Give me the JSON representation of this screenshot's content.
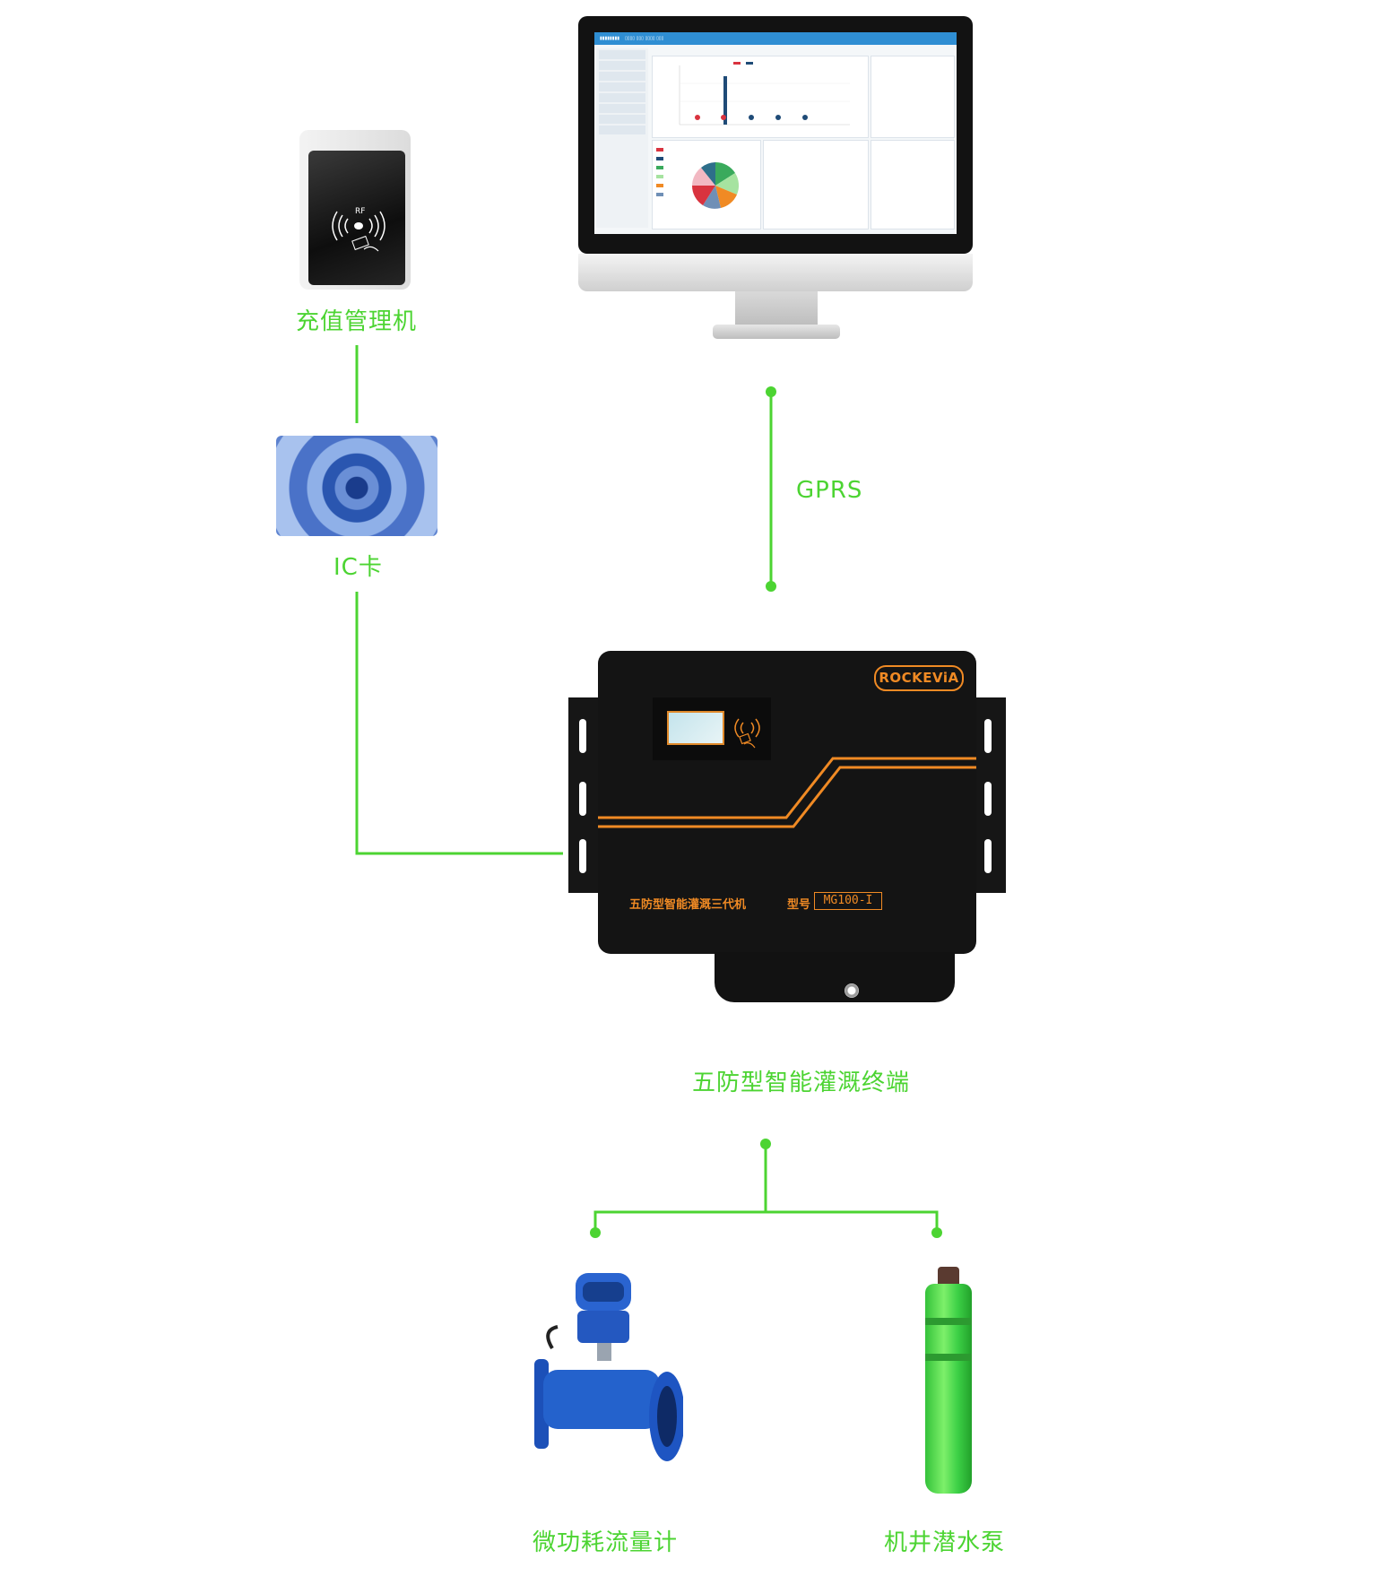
{
  "labels": {
    "recharge_machine": "充值管理机",
    "ic_card": "IC卡",
    "gprs": "GPRS",
    "terminal": "五防型智能灌溉终端",
    "flow_meter": "微功耗流量计",
    "pump": "机井潜水泵"
  },
  "device": {
    "brand": "ROCKEViA",
    "name": "五防型智能灌溉三代机",
    "model_prefix": "型号",
    "model": "MG100-I"
  },
  "reader": {
    "rf_text": "RF"
  },
  "colors": {
    "line": "#4cd432",
    "accent": "#f08a24",
    "device_body": "#141414",
    "meter": "#1f5fc8",
    "pump": "#46d248"
  },
  "icons": {
    "reader_wave": "contactless-icon",
    "device_wave": "nfc-icon"
  }
}
